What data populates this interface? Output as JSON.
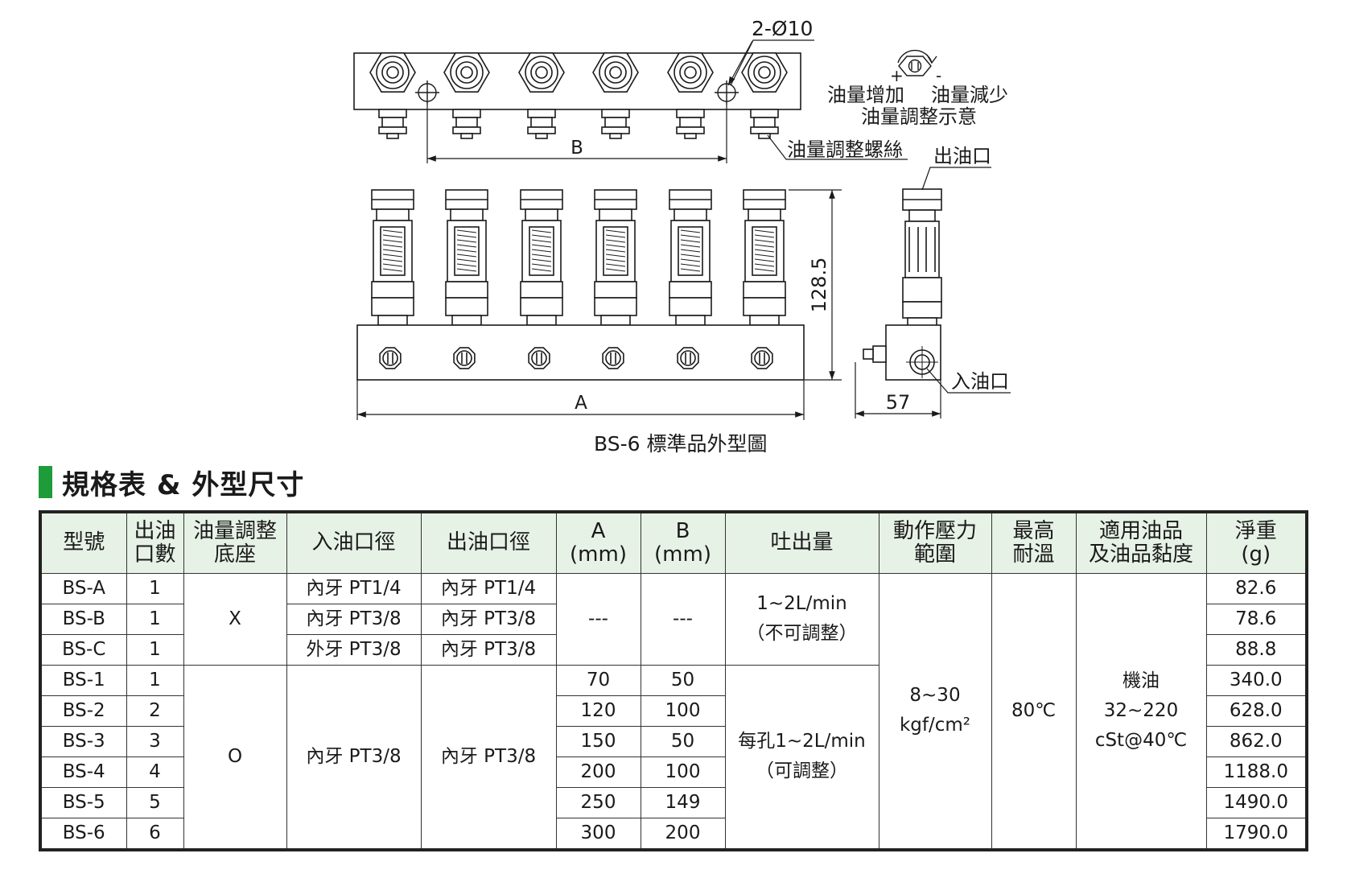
{
  "drawing": {
    "dim_hole": "2-Ø10",
    "dim_b": "B",
    "dim_a": "A",
    "dim_height": "128.5",
    "dim_side": "57",
    "plus_sign": "+",
    "minus_sign": "-",
    "label_increase": "油量增加",
    "label_decrease": "油量減少",
    "label_adjust_diagram": "油量調整示意",
    "label_adjust_screw": "油量調整螺絲",
    "label_outlet": "出油口",
    "label_inlet": "入油口",
    "caption": "BS-6 標準品外型圖"
  },
  "section_title": "規格表 & 外型尺寸",
  "table": {
    "headers": {
      "model": "型號",
      "outlets": [
        "出油",
        "口數"
      ],
      "base": [
        "油量調整",
        "底座"
      ],
      "inlet": "入油口徑",
      "outlet": "出油口徑",
      "a": [
        "A",
        "(mm)"
      ],
      "b": [
        "B",
        "(mm)"
      ],
      "discharge": "吐出量",
      "pressure": [
        "動作壓力",
        "範圍"
      ],
      "temp": [
        "最高",
        "耐溫"
      ],
      "oil": [
        "適用油品",
        "及油品黏度"
      ],
      "weight": [
        "淨重",
        "(g)"
      ]
    },
    "rows": [
      {
        "model": "BS-A",
        "outlets": "1",
        "inlet": "內牙 PT1/4",
        "outlet": "內牙 PT1/4",
        "weight": "82.6"
      },
      {
        "model": "BS-B",
        "outlets": "1",
        "inlet": "內牙 PT3/8",
        "outlet": "內牙 PT3/8",
        "weight": "78.6"
      },
      {
        "model": "BS-C",
        "outlets": "1",
        "inlet": "外牙 PT3/8",
        "outlet": "內牙 PT3/8",
        "weight": "88.8"
      },
      {
        "model": "BS-1",
        "outlets": "1",
        "a": "70",
        "b": "50",
        "weight": "340.0"
      },
      {
        "model": "BS-2",
        "outlets": "2",
        "a": "120",
        "b": "100",
        "weight": "628.0"
      },
      {
        "model": "BS-3",
        "outlets": "3",
        "a": "150",
        "b": "50",
        "weight": "862.0"
      },
      {
        "model": "BS-4",
        "outlets": "4",
        "a": "200",
        "b": "100",
        "weight": "1188.0"
      },
      {
        "model": "BS-5",
        "outlets": "5",
        "a": "250",
        "b": "149",
        "weight": "1490.0"
      },
      {
        "model": "BS-6",
        "outlets": "6",
        "a": "300",
        "b": "200",
        "weight": "1790.0"
      }
    ],
    "group1": {
      "base": "X",
      "a": "---",
      "b": "---",
      "discharge": [
        "1~2L/min",
        "（不可調整）"
      ]
    },
    "group2": {
      "base": "O",
      "inlet": "內牙 PT3/8",
      "outlet": "內牙 PT3/8",
      "discharge": [
        "每孔1~2L/min",
        "（可調整）"
      ]
    },
    "shared": {
      "pressure": [
        "8~30",
        "kgf/cm²"
      ],
      "temp": "80℃",
      "oil": [
        "機油",
        "32~220",
        "cSt@40℃"
      ]
    }
  },
  "colors": {
    "accent": "#1e9c3a",
    "header_bg": "#e7f2e6"
  }
}
